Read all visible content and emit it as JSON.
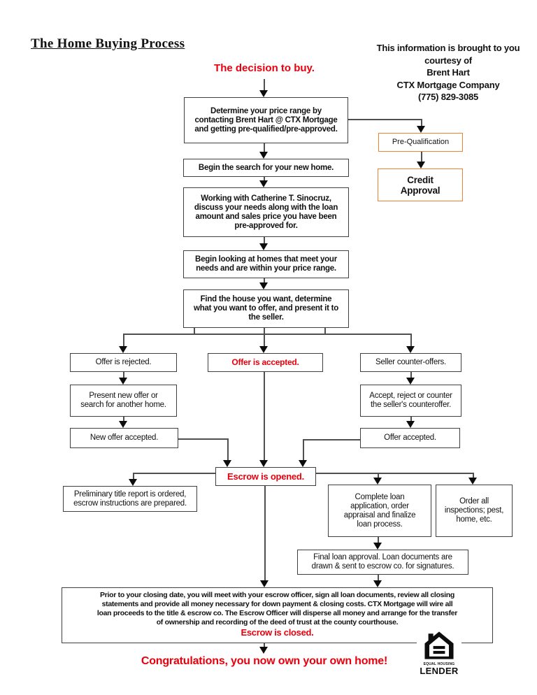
{
  "colors": {
    "red": "#e8000d",
    "orange": "#f08032",
    "line": "#4f4f4f",
    "border": "#3f3f3f"
  },
  "title": "The Home Buying Process",
  "header": {
    "info_lines": [
      "This information is brought to you",
      "courtesy of",
      "Brent Hart",
      "CTX Mortgage Company",
      "(775) 829-3085"
    ]
  },
  "flow": {
    "decision": "The decision to buy.",
    "determine_price": [
      "Determine your price range by",
      "contacting Brent Hart @ CTX Mortgage",
      "and getting pre-qualified/pre-approved."
    ],
    "pre_qualification": "Pre-Qualification",
    "credit_approval": [
      "Credit",
      "Approval"
    ],
    "begin_search": "Begin the search for your new home.",
    "working_with": [
      "Working with Catherine T. Sinocruz,",
      "discuss your needs along with the loan",
      "amount and sales price you have been",
      "pre-approved for."
    ],
    "begin_looking": [
      "Begin looking at homes that meet your",
      "needs and are within your price range."
    ],
    "find_house": [
      "Find the house you want, determine",
      "what you want to offer, and present it to",
      "the seller."
    ],
    "offer_rejected": "Offer is rejected.",
    "present_new_offer": [
      "Present new offer or",
      "search for another home."
    ],
    "new_offer_accepted": "New offer accepted.",
    "offer_accepted_center": "Offer is accepted.",
    "seller_counter_offers": "Seller counter-offers.",
    "accept_reject_counter": [
      "Accept, reject or counter",
      "the seller's counteroffer."
    ],
    "offer_accepted_right": "Offer accepted.",
    "escrow_opened": "Escrow is opened.",
    "preliminary_title": [
      "Preliminary title report is ordered,",
      "escrow instructions are prepared."
    ],
    "complete_loan": [
      "Complete loan",
      "application, order",
      "appraisal and finalize",
      "loan process."
    ],
    "order_inspections": [
      "Order all",
      "inspections; pest,",
      "home, etc."
    ],
    "final_loan": [
      "Final loan approval. Loan documents are",
      "drawn & sent to escrow co. for signatures."
    ],
    "closing_paragraph": [
      "Prior to your closing date, you will meet with your escrow officer, sign all loan documents, review all closing",
      "statements and provide all money necessary for down payment & closing costs. CTX Mortgage will wire all",
      "loan proceeds to the title & escrow co. The Escrow Officer will disperse all money and arrange for the transfer",
      "of ownership and recording of the deed of trust at the county courthouse."
    ],
    "escrow_closed": "Escrow is closed.",
    "congratulations": "Congratulations, you now own your own home!"
  },
  "logo": {
    "line1": "EQUAL HOUSING",
    "line2": "LENDER"
  }
}
